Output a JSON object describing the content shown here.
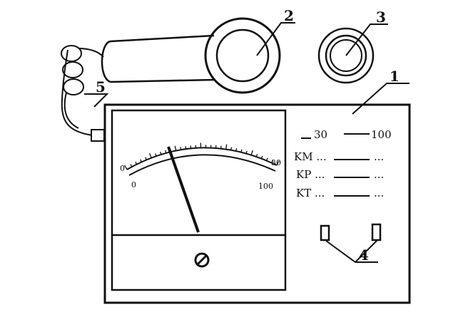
{
  "callouts": {
    "body": "1",
    "probe": "2",
    "cap": "3",
    "jacks": "4",
    "cable": "5"
  },
  "meter_scale": {
    "upper_left": "0",
    "upper_right": "30",
    "lower_left": "0",
    "lower_right": "100"
  },
  "panel": {
    "range_30": "30",
    "range_100": "100",
    "row_km": "KM ...",
    "row_kp": "KP ...",
    "row_kt": "KT ...",
    "trailing_dots": "..."
  },
  "colors": {
    "ink": "#111111",
    "paper": "#ffffff"
  }
}
